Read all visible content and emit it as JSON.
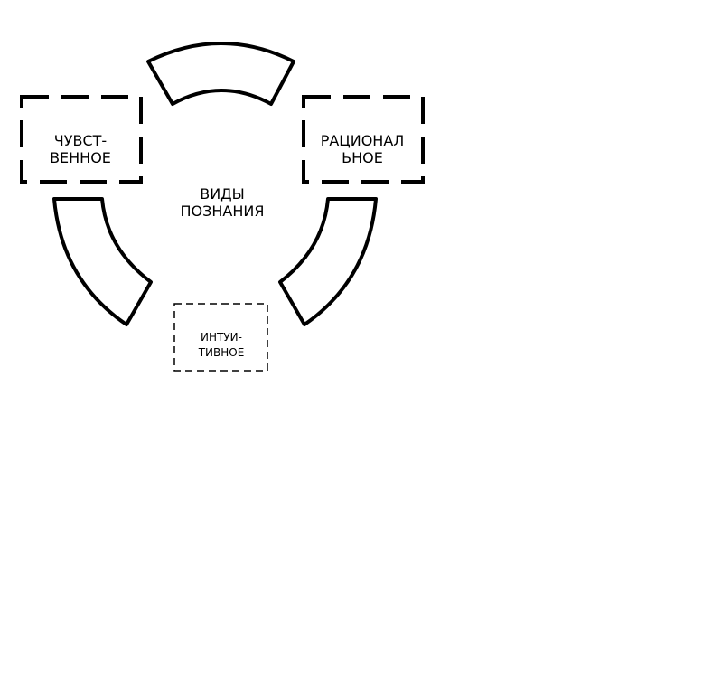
{
  "diagram": {
    "center": {
      "line1": "ВИДЫ",
      "line2": "ПОЗНАНИЯ"
    },
    "nodes": {
      "sensory": {
        "line1": "ЧУВСТ-",
        "line2": "ВЕННОЕ"
      },
      "rational": {
        "line1": "РАЦИОНАЛ",
        "line2": "ЬНОЕ"
      },
      "intuitive": {
        "line1": "ИНТУИ-",
        "line2": "ТИВНОЕ"
      }
    },
    "colors": {
      "stroke": "#000000",
      "background": "#ffffff"
    }
  }
}
